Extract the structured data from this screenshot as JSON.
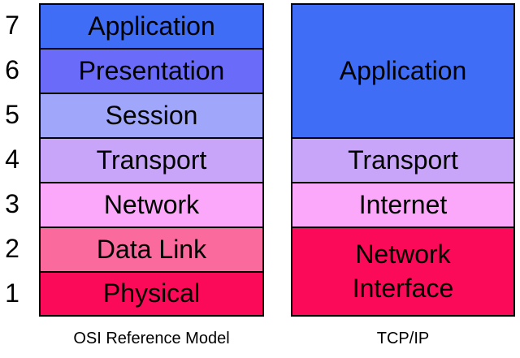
{
  "numbers": [
    "7",
    "6",
    "5",
    "4",
    "3",
    "2",
    "1"
  ],
  "osi": {
    "caption": "OSI Reference Model",
    "layers": [
      {
        "label": "Application",
        "color": "#3f6df5"
      },
      {
        "label": "Presentation",
        "color": "#6b6bfa"
      },
      {
        "label": "Session",
        "color": "#a0a6fa"
      },
      {
        "label": "Transport",
        "color": "#c9a5fa"
      },
      {
        "label": "Network",
        "color": "#fba7fa"
      },
      {
        "label": "Data Link",
        "color": "#fa6a9c"
      },
      {
        "label": "Physical",
        "color": "#fa0a58"
      }
    ]
  },
  "tcpip": {
    "caption": "TCP/IP",
    "layers": [
      {
        "label": "Application",
        "color": "#3f6df5"
      },
      {
        "label": "Transport",
        "color": "#c9a5fa"
      },
      {
        "label": "Internet",
        "color": "#fba7fa"
      },
      {
        "label": "Network\nInterface",
        "color": "#fa0a58"
      }
    ]
  }
}
